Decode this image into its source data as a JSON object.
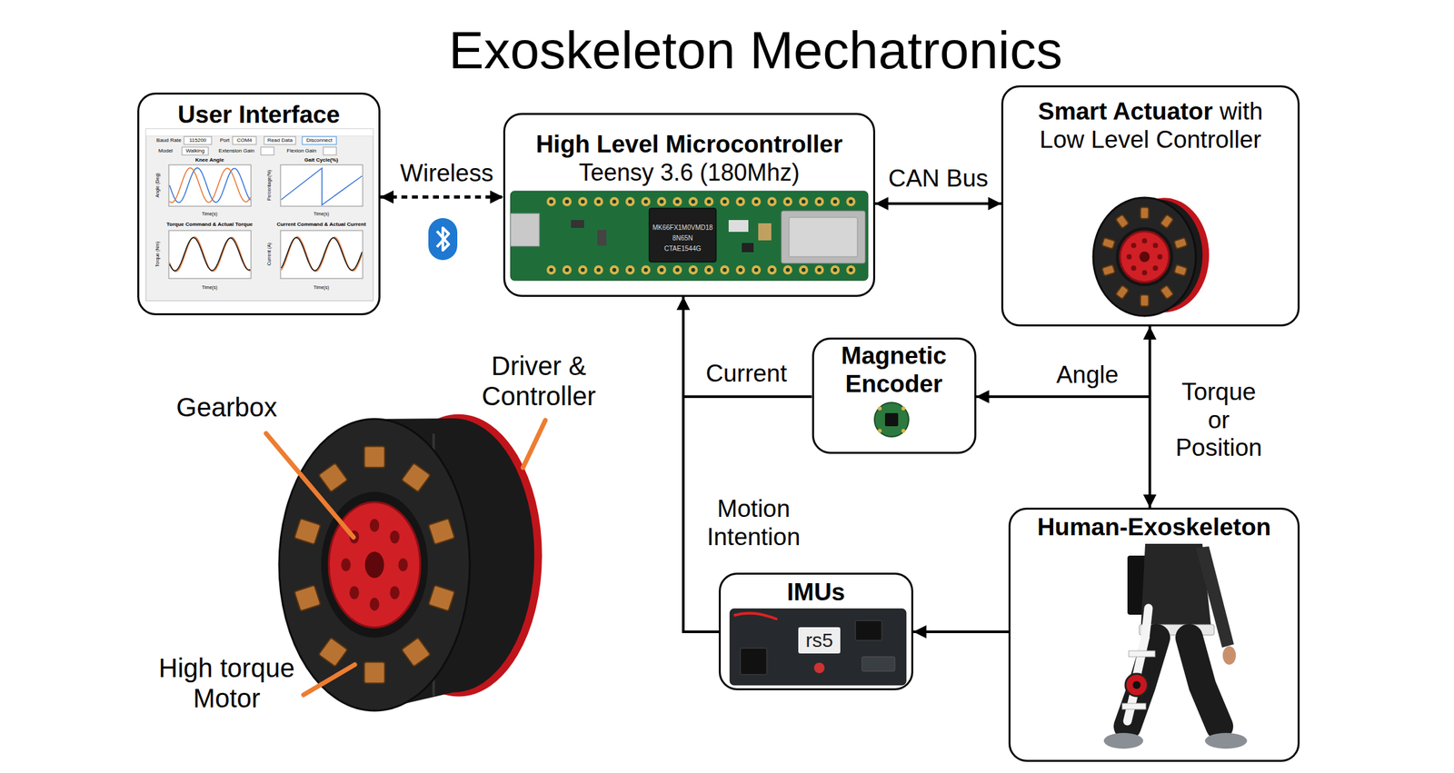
{
  "diagram": {
    "title": "Exoskeleton Mechatronics",
    "nodes": [
      {
        "text": [
          "User Interface"
        ]
      },
      {
        "text": [
          "High Level Microcontroller",
          "Teensy 3.6 (180Mhz)"
        ]
      },
      {
        "text": [
          "Smart Actuator",
          "with Low Level Controller"
        ]
      },
      {
        "text": [
          "Magnetic Encoder"
        ]
      },
      {
        "text": [
          "Human-Exoskeleton"
        ]
      },
      {
        "text": [
          "IMUs"
        ]
      }
    ],
    "edges": [
      {
        "from": 0,
        "to": 1,
        "label": "Wireless",
        "arrow": "both"
      },
      {
        "from": 1,
        "to": 2,
        "label": "CAN Bus",
        "arrow": "both"
      },
      {
        "from": 2,
        "to": 3,
        "label": "Angle",
        "arrow": "to"
      },
      {
        "from": 2,
        "to": 4,
        "label": "Torque or Position",
        "arrow": "both"
      },
      {
        "from": 3,
        "to": 1,
        "label": "Current",
        "arrow": "to"
      },
      {
        "from": 4,
        "to": 5,
        "arrow": "to"
      },
      {
        "from": 5,
        "to": 1,
        "label": "Motion Intention",
        "arrow": "to"
      }
    ],
    "labels": [
      "Gearbox",
      "Driver & Controller",
      "High torque Motor",
      "Baud Rate",
      "115200",
      "Port",
      "COM4",
      "Read Data",
      "Disconnect",
      "Model",
      "Walking",
      "Extension Gain",
      "Flexion Gain",
      "Knee Angle",
      "Gait Cycle(%)",
      "Torque Command & Actual Torque",
      "Current Command & Actual Current",
      "Angle (Deg)",
      "Percentage(%)",
      "Torque (Nm)",
      "Current (A)",
      "Time(s)",
      "Time(s)",
      "Time(s)",
      "Time(s)",
      "MK66FX1M0VMD18",
      "8N65N",
      "CTAE1544G",
      "rs5"
    ]
  }
}
